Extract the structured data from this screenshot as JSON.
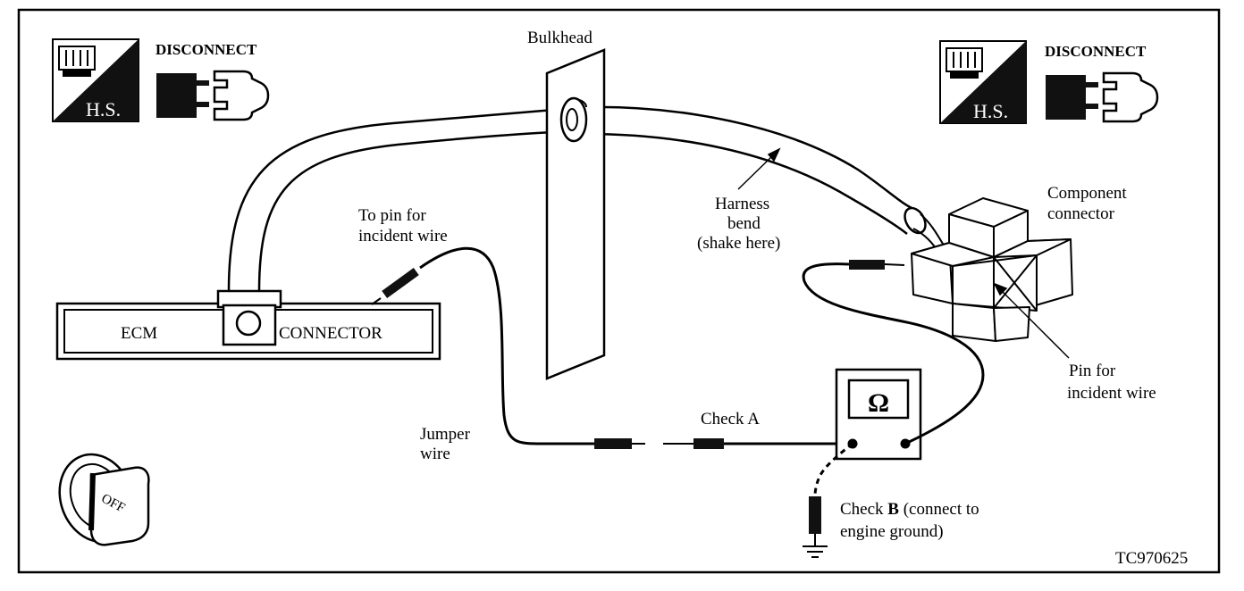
{
  "figure_id": "TC970625",
  "disconnect_left": {
    "label": "DISCONNECT",
    "badge": "H.S."
  },
  "disconnect_right": {
    "label": "DISCONNECT",
    "badge": "H.S."
  },
  "bulkhead_label": "Bulkhead",
  "ecm_connector": {
    "left": "ECM",
    "right": "CONNECTOR"
  },
  "harness_bend": {
    "line1": "Harness",
    "line2": "bend",
    "line3": "(shake here)"
  },
  "component_connector": {
    "line1": "Component",
    "line2": "connector"
  },
  "to_pin": {
    "line1": "To pin for",
    "line2": "incident wire"
  },
  "pin_for": {
    "line1": "Pin for",
    "line2": "incident wire"
  },
  "jumper_wire": {
    "line1": "Jumper",
    "line2": "wire"
  },
  "check_a": "Check A",
  "check_b": {
    "prefix": "Check ",
    "bold": "B",
    "suffix": " (connect to",
    "line2": "engine ground)"
  },
  "ignition_key": "OFF",
  "meter_symbol": "Ω"
}
